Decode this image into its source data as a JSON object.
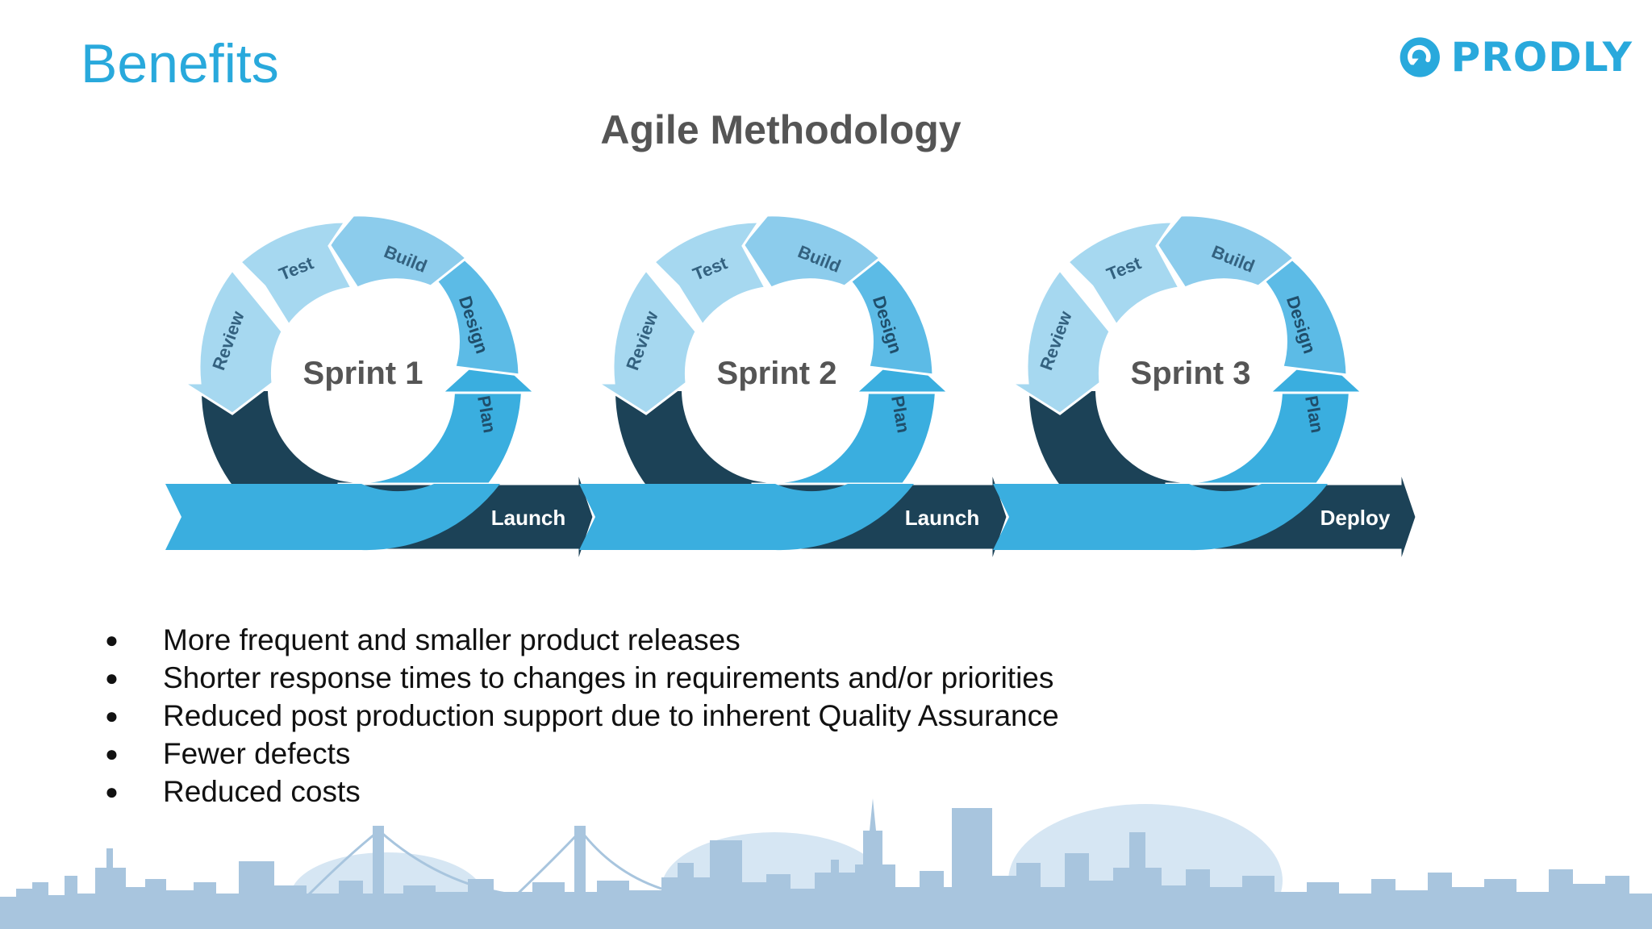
{
  "slide": {
    "title": "Benefits"
  },
  "logo": {
    "text": "PRODLY"
  },
  "diagram": {
    "title": "Agile Methodology",
    "phases": [
      "Review",
      "Test",
      "Build",
      "Design",
      "Plan"
    ],
    "sprints": [
      {
        "label": "Sprint 1",
        "arrow": "Launch"
      },
      {
        "label": "Sprint 2",
        "arrow": "Launch"
      },
      {
        "label": "Sprint 3",
        "arrow": "Deploy"
      }
    ]
  },
  "bullets": [
    "More frequent and smaller product releases",
    "Shorter response times to changes in requirements and/or priorities",
    "Reduced post production support due to inherent Quality Assurance",
    "Fewer defects",
    "Reduced costs"
  ],
  "colors": {
    "accent": "#29a9dc",
    "dark": "#1c4257",
    "ribbon": "#3aaedf",
    "phase_light": "#a6d8f0",
    "phase_mid": "#8cccec",
    "phase_design": "#5cbbe6",
    "skyline": "#a8c5de"
  }
}
